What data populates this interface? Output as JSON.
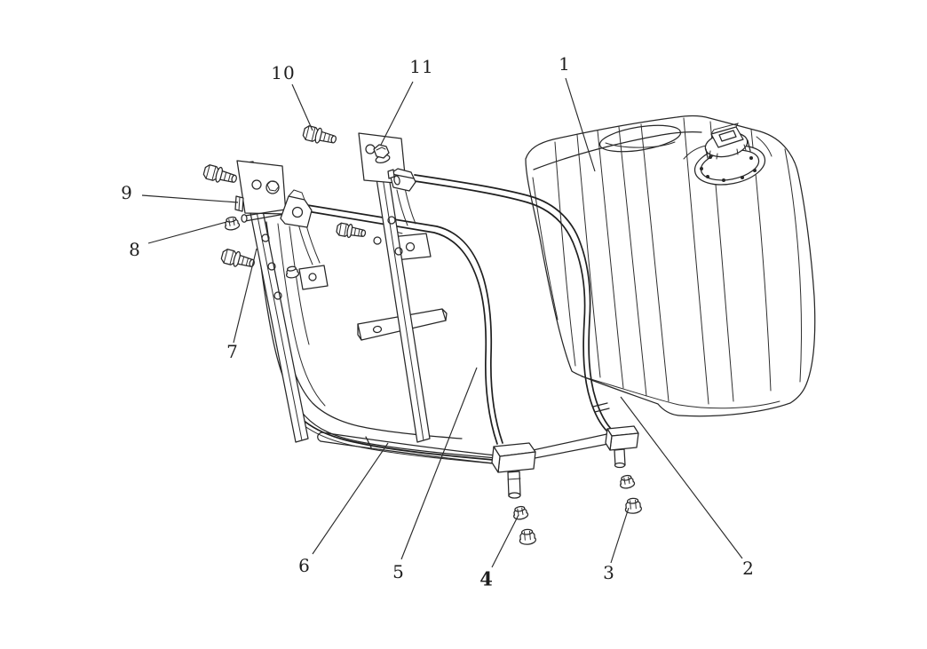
{
  "figure": {
    "kind": "exploded parts diagram - fuel tank and mounting bracket assembly",
    "callouts": [
      {
        "label": "1",
        "bold": false
      },
      {
        "label": "2",
        "bold": false
      },
      {
        "label": "3",
        "bold": false
      },
      {
        "label": "4",
        "bold": true
      },
      {
        "label": "5",
        "bold": false
      },
      {
        "label": "6",
        "bold": false
      },
      {
        "label": "7",
        "bold": false
      },
      {
        "label": "8",
        "bold": false
      },
      {
        "label": "9",
        "bold": false
      },
      {
        "label": "10",
        "bold": false
      },
      {
        "label": "11",
        "bold": false
      }
    ]
  },
  "colors": {
    "background": "#ffffff",
    "line": "#272727",
    "label_text": "#1d1d1d"
  }
}
